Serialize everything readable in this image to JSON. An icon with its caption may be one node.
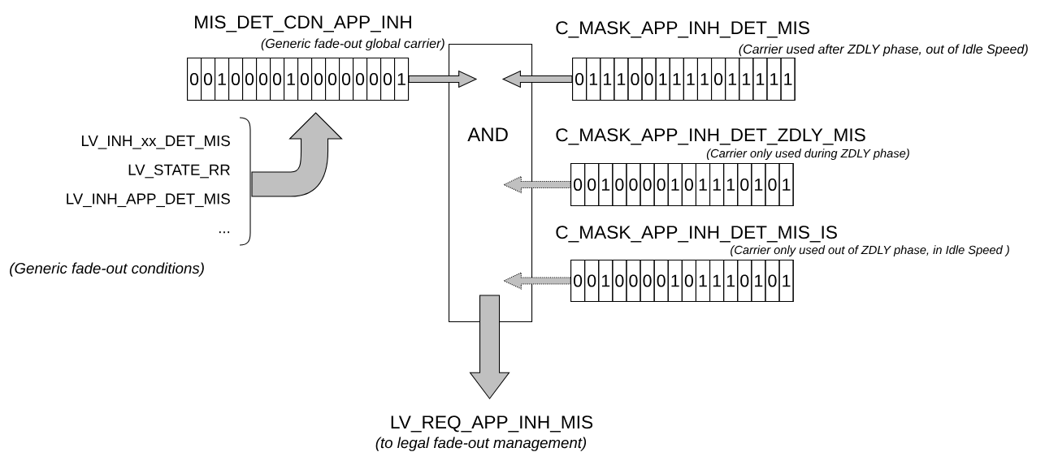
{
  "diagram": {
    "nodes": [
      {
        "text": [
          "MIS_DET_CDN_APP_INH",
          "0",
          "0",
          "1",
          "0",
          "0",
          "0",
          "0",
          "1",
          "0",
          "0",
          "0",
          "0",
          "0",
          "0",
          "0",
          "1"
        ],
        "beside": [
          "(Generic fade-out global carrier)"
        ]
      },
      {
        "text": [
          "AND"
        ]
      },
      {
        "text": [
          "C_MASK_APP_INH_DET_MIS",
          "0",
          "1",
          "1",
          "1",
          "0",
          "0",
          "1",
          "1",
          "1",
          "1",
          "0",
          "1",
          "1",
          "1",
          "1",
          "1"
        ],
        "beside": [
          "(Carrier used after ZDLY phase, out of Idle Speed)"
        ]
      },
      {
        "text": [
          "C_MASK_APP_INH_DET_ZDLY_MIS",
          "0",
          "0",
          "1",
          "0",
          "0",
          "0",
          "0",
          "1",
          "0",
          "1",
          "1",
          "1",
          "0",
          "1",
          "0",
          "1"
        ],
        "beside": [
          "(Carrier only used during ZDLY phase)"
        ]
      },
      {
        "text": [
          "C_MASK_APP_INH_DET_MIS_IS",
          "0",
          "0",
          "1",
          "0",
          "0",
          "0",
          "0",
          "1",
          "0",
          "1",
          "1",
          "1",
          "0",
          "1",
          "0",
          "1"
        ],
        "beside": [
          "(Carrier only used out of ZDLY phase, in Idle Speed )"
        ]
      },
      {
        "text": [
          "LV_INH_xx_DET_MIS",
          "LV_STATE_RR",
          "LV_INH_APP_DET_MIS",
          "..."
        ],
        "beside": [
          "(Generic fade-out conditions)"
        ]
      },
      {
        "text": [
          "LV_REQ_APP_INH_MIS"
        ],
        "beside": [
          "(to legal fade-out management)"
        ]
      }
    ],
    "edges": [
      {
        "from": 0,
        "to": 1,
        "arrow": "to"
      },
      {
        "from": 2,
        "to": 1,
        "arrow": "to"
      },
      {
        "from": 3,
        "to": 1,
        "arrow": "to",
        "style": "dashed"
      },
      {
        "from": 4,
        "to": 1,
        "arrow": "to",
        "style": "dashed"
      },
      {
        "from": 5,
        "to": 0,
        "arrow": "to"
      },
      {
        "from": 1,
        "to": 6,
        "arrow": "to"
      }
    ]
  }
}
